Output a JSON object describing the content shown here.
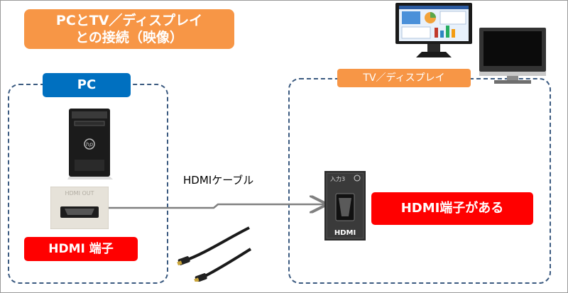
{
  "title": {
    "line1": "PCとTV／ディスプレイ",
    "line2": "との接続（映像）"
  },
  "pc_group": {
    "label": "PC",
    "port_label": "HDMI 端子",
    "port_plate_text": "HDMI OUT"
  },
  "tv_group": {
    "label": "TV／ディスプレイ",
    "port_label": "HDMI端子がある",
    "panel_input_text": "入力3",
    "panel_logo_text": "HDMI"
  },
  "connection": {
    "label": "HDMIケーブル"
  },
  "colors": {
    "orange": "#f79646",
    "blue": "#0070c0",
    "red": "#ff0000",
    "dash": "#3b5a80",
    "arrow": "#808080"
  }
}
